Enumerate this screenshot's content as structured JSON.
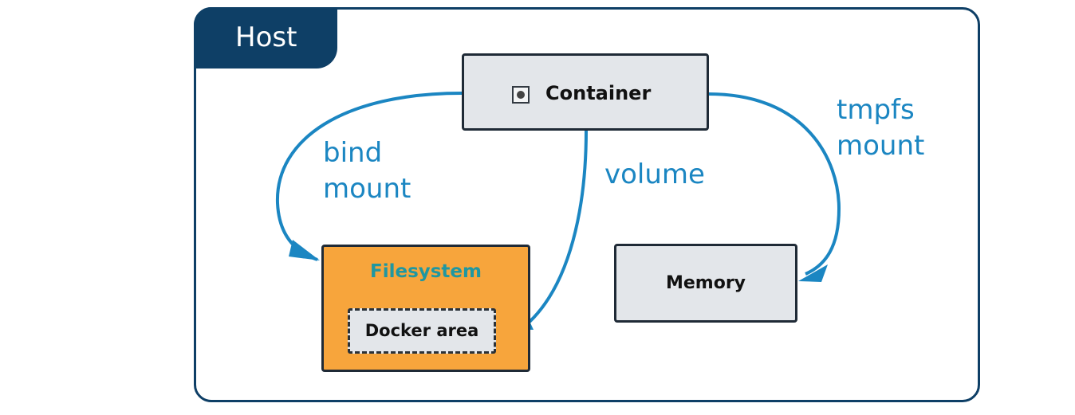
{
  "host": {
    "label": "Host"
  },
  "container": {
    "label": "Container",
    "icon": "container-icon"
  },
  "filesystem": {
    "label": "Filesystem",
    "docker_area_label": "Docker area"
  },
  "memory": {
    "label": "Memory"
  },
  "mounts": {
    "bind": "bind\nmount",
    "volume": "volume",
    "tmpfs": "tmpfs\nmount"
  },
  "colors": {
    "host_dark": "#0e3f66",
    "arrow_blue": "#1b86c2",
    "filesystem_orange": "#f7a53c",
    "filesystem_label_teal": "#1f97a1",
    "box_gray": "#e3e6ea"
  }
}
